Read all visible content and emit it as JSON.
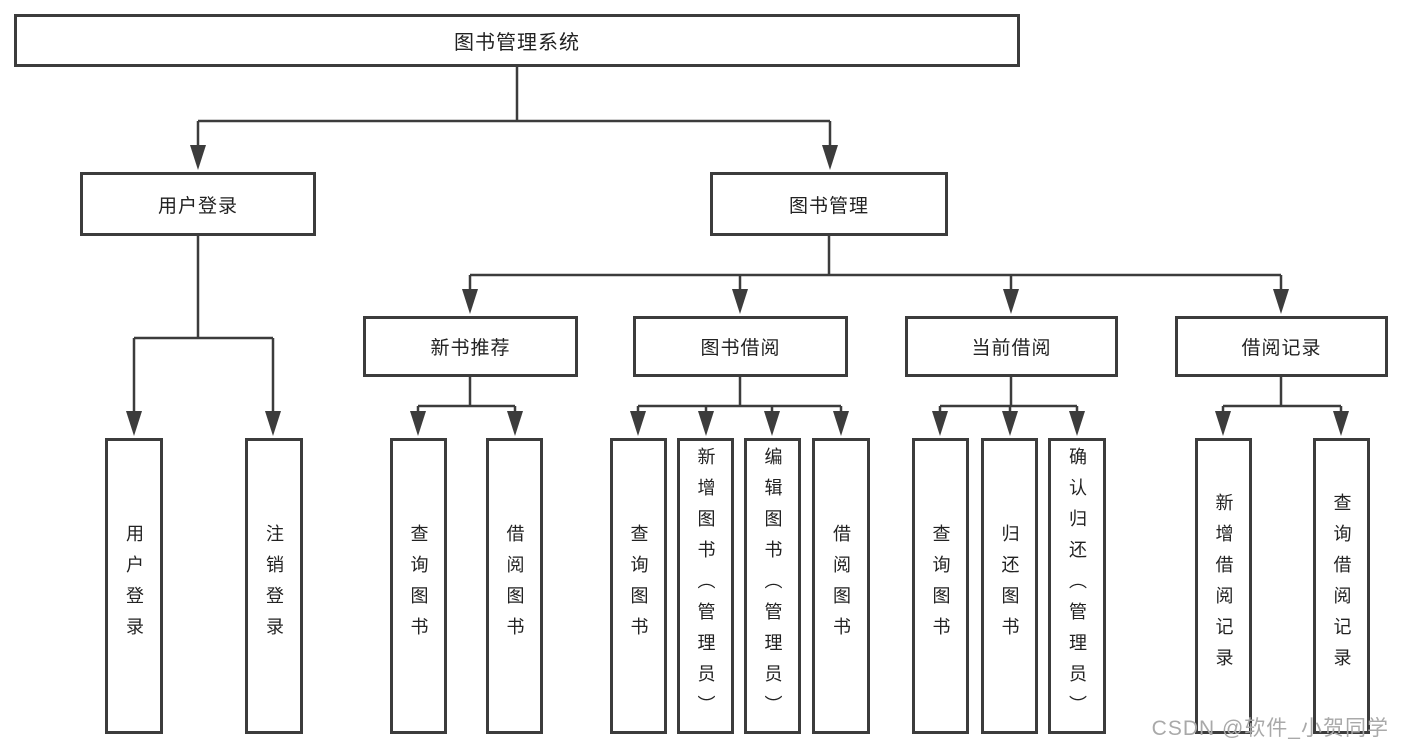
{
  "tree": {
    "label": "图书管理系统",
    "children": [
      {
        "label": "用户登录",
        "children": [
          {
            "label": "用户登录"
          },
          {
            "label": "注销登录"
          }
        ]
      },
      {
        "label": "图书管理",
        "children": [
          {
            "label": "新书推荐",
            "children": [
              {
                "label": "查询图书"
              },
              {
                "label": "借阅图书"
              }
            ]
          },
          {
            "label": "图书借阅",
            "children": [
              {
                "label": "查询图书"
              },
              {
                "label": "新增图书（管理员）"
              },
              {
                "label": "编辑图书（管理员）"
              },
              {
                "label": "借阅图书"
              }
            ]
          },
          {
            "label": "当前借阅",
            "children": [
              {
                "label": "查询图书"
              },
              {
                "label": "归还图书"
              },
              {
                "label": "确认归还（管理员）"
              }
            ]
          },
          {
            "label": "借阅记录",
            "children": [
              {
                "label": "新增借阅记录"
              },
              {
                "label": "查询借阅记录"
              }
            ]
          }
        ]
      }
    ]
  },
  "watermark": {
    "text": "CSDN @软件_小贺同学"
  },
  "colors": {
    "line": "#3c3c3c",
    "text": "#222222",
    "watermark": "#a9a9a9",
    "background": "#ffffff"
  }
}
